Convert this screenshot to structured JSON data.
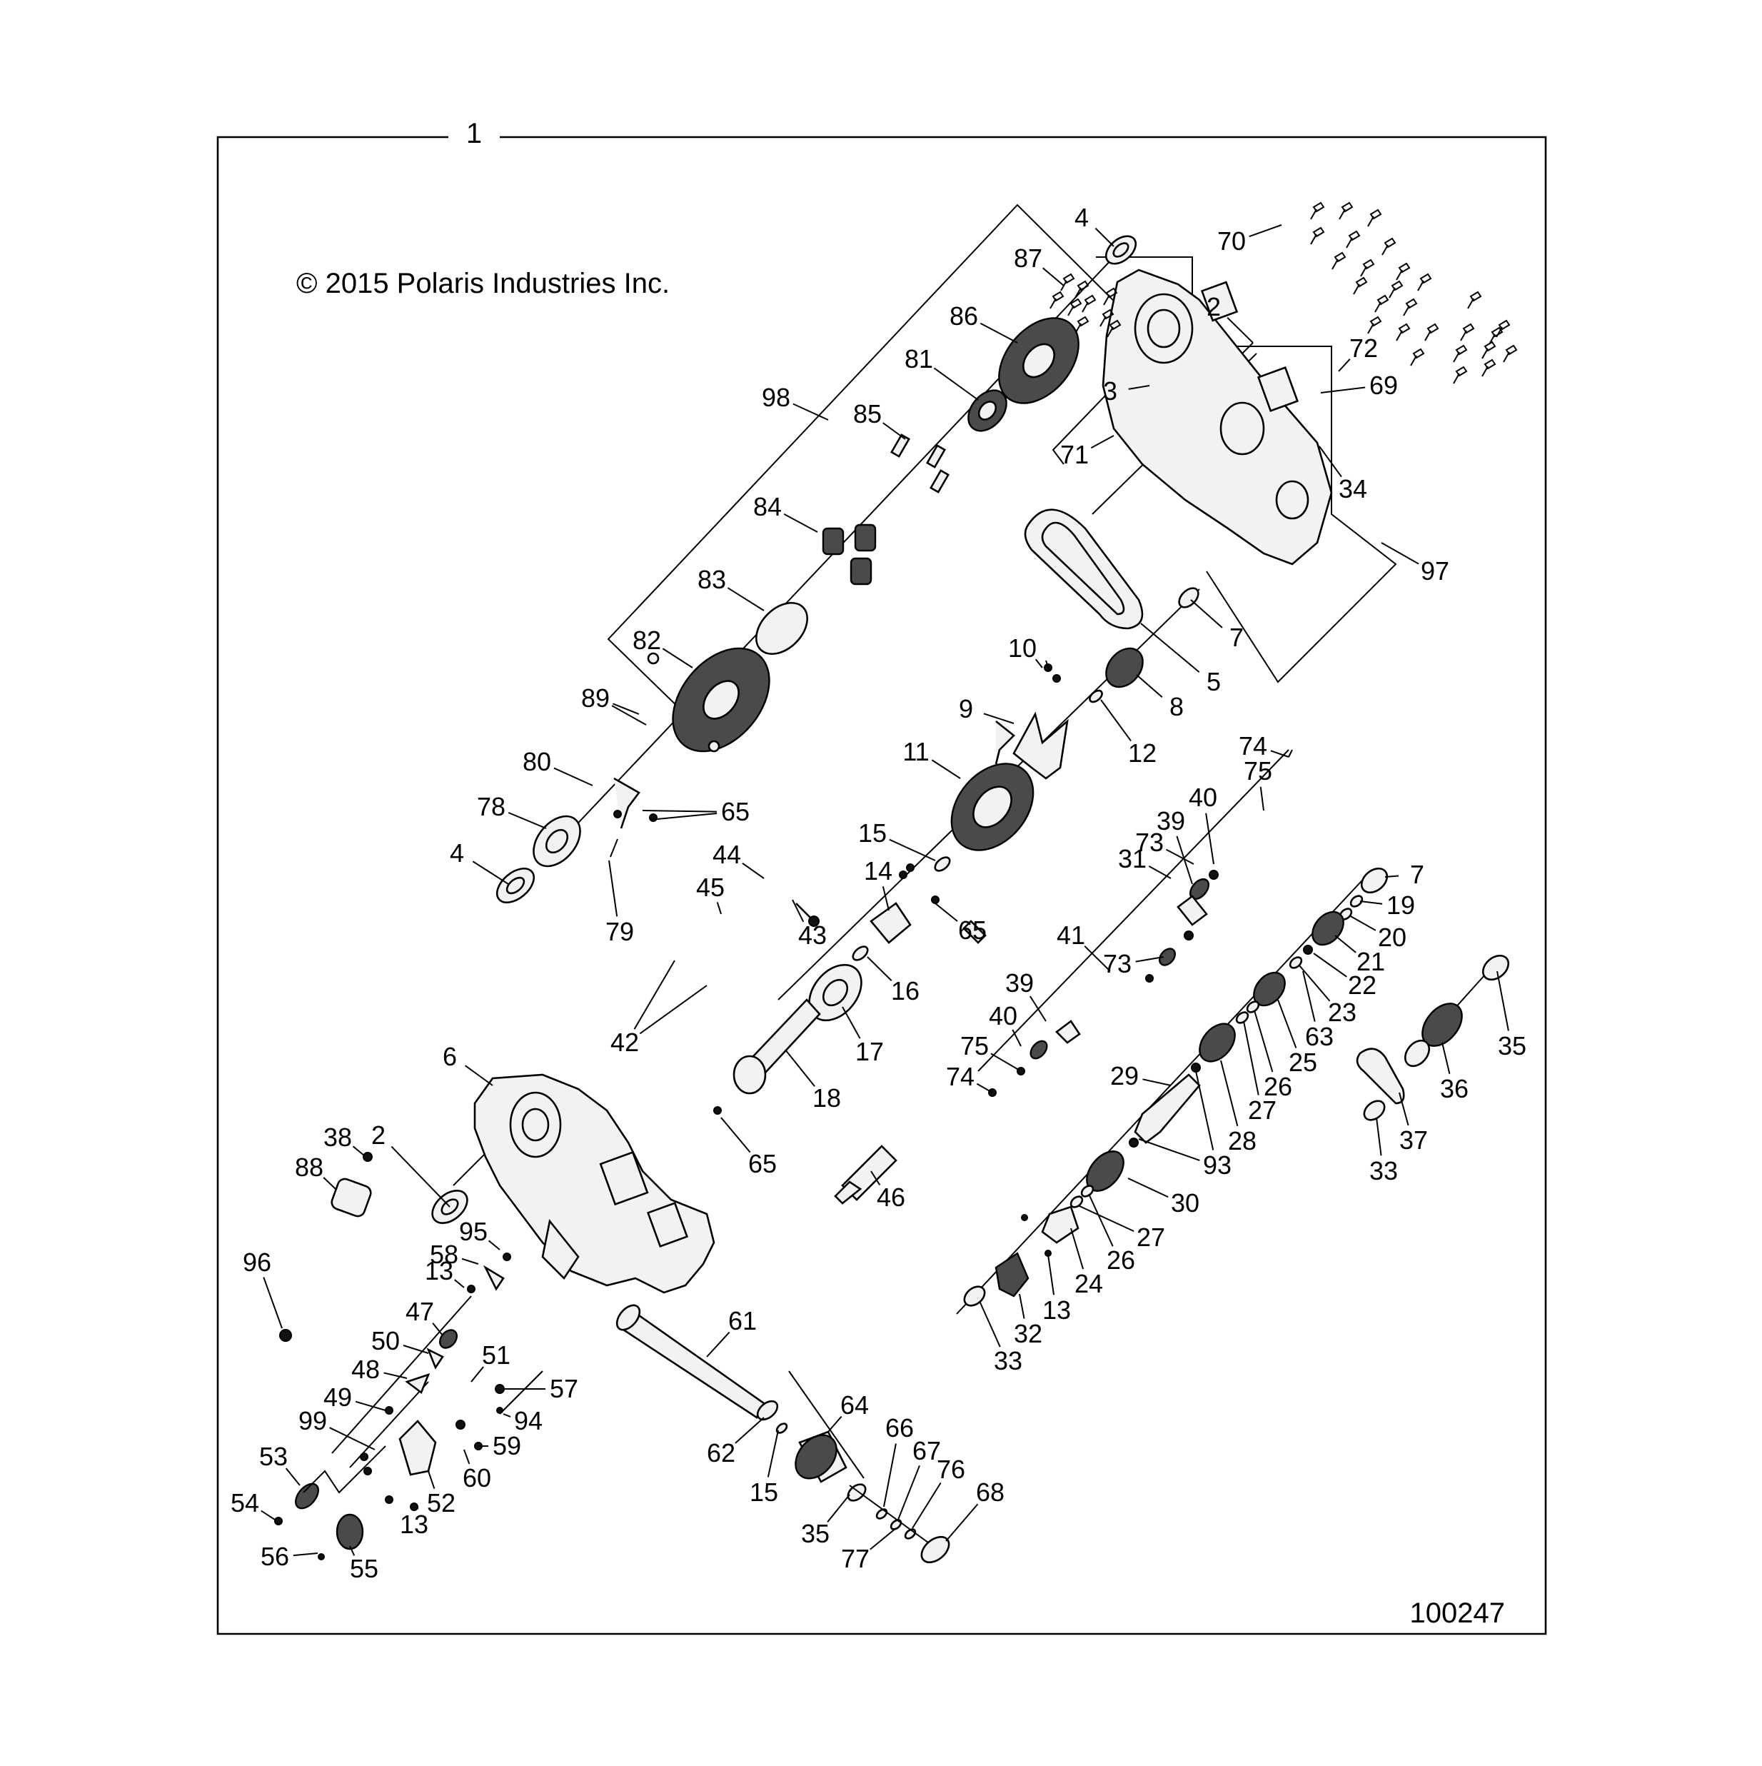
{
  "figure": {
    "assembly_number": "1",
    "copyright": "© 2015 Polaris Industries Inc.",
    "drawing_id": "100247"
  },
  "callouts": [
    "2",
    "3",
    "4",
    "5",
    "6",
    "7",
    "8",
    "9",
    "10",
    "11",
    "12",
    "13",
    "14",
    "15",
    "16",
    "17",
    "18",
    "19",
    "20",
    "21",
    "22",
    "23",
    "24",
    "25",
    "26",
    "27",
    "28",
    "29",
    "30",
    "31",
    "32",
    "33",
    "34",
    "35",
    "36",
    "37",
    "38",
    "39",
    "40",
    "41",
    "42",
    "43",
    "44",
    "45",
    "46",
    "47",
    "48",
    "49",
    "50",
    "51",
    "52",
    "53",
    "54",
    "55",
    "56",
    "57",
    "58",
    "59",
    "60",
    "61",
    "62",
    "63",
    "64",
    "65",
    "66",
    "67",
    "68",
    "69",
    "70",
    "71",
    "72",
    "73",
    "74",
    "75",
    "76",
    "77",
    "78",
    "79",
    "80",
    "81",
    "82",
    "83",
    "84",
    "85",
    "86",
    "87",
    "88",
    "89",
    "93",
    "94",
    "95",
    "96",
    "97",
    "98",
    "99"
  ]
}
